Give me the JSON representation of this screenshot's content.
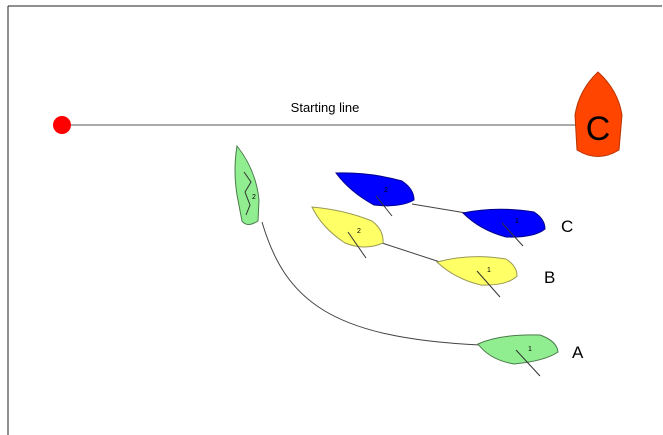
{
  "diagram": {
    "title": "Starting line",
    "committee_boat": {
      "letter": "C",
      "color": "#ff4500"
    },
    "pin_mark": {
      "color": "#ff0000"
    },
    "boats": [
      {
        "id": "A",
        "label": "A",
        "color": "#90ee90",
        "positions": [
          {
            "number": "2"
          },
          {
            "number": "1"
          }
        ]
      },
      {
        "id": "B",
        "label": "B",
        "color": "#ffff66",
        "positions": [
          {
            "number": "2"
          },
          {
            "number": "1"
          }
        ]
      },
      {
        "id": "C",
        "label": "C",
        "color": "#0000ff",
        "positions": [
          {
            "number": "2"
          },
          {
            "number": "1"
          }
        ]
      }
    ]
  }
}
